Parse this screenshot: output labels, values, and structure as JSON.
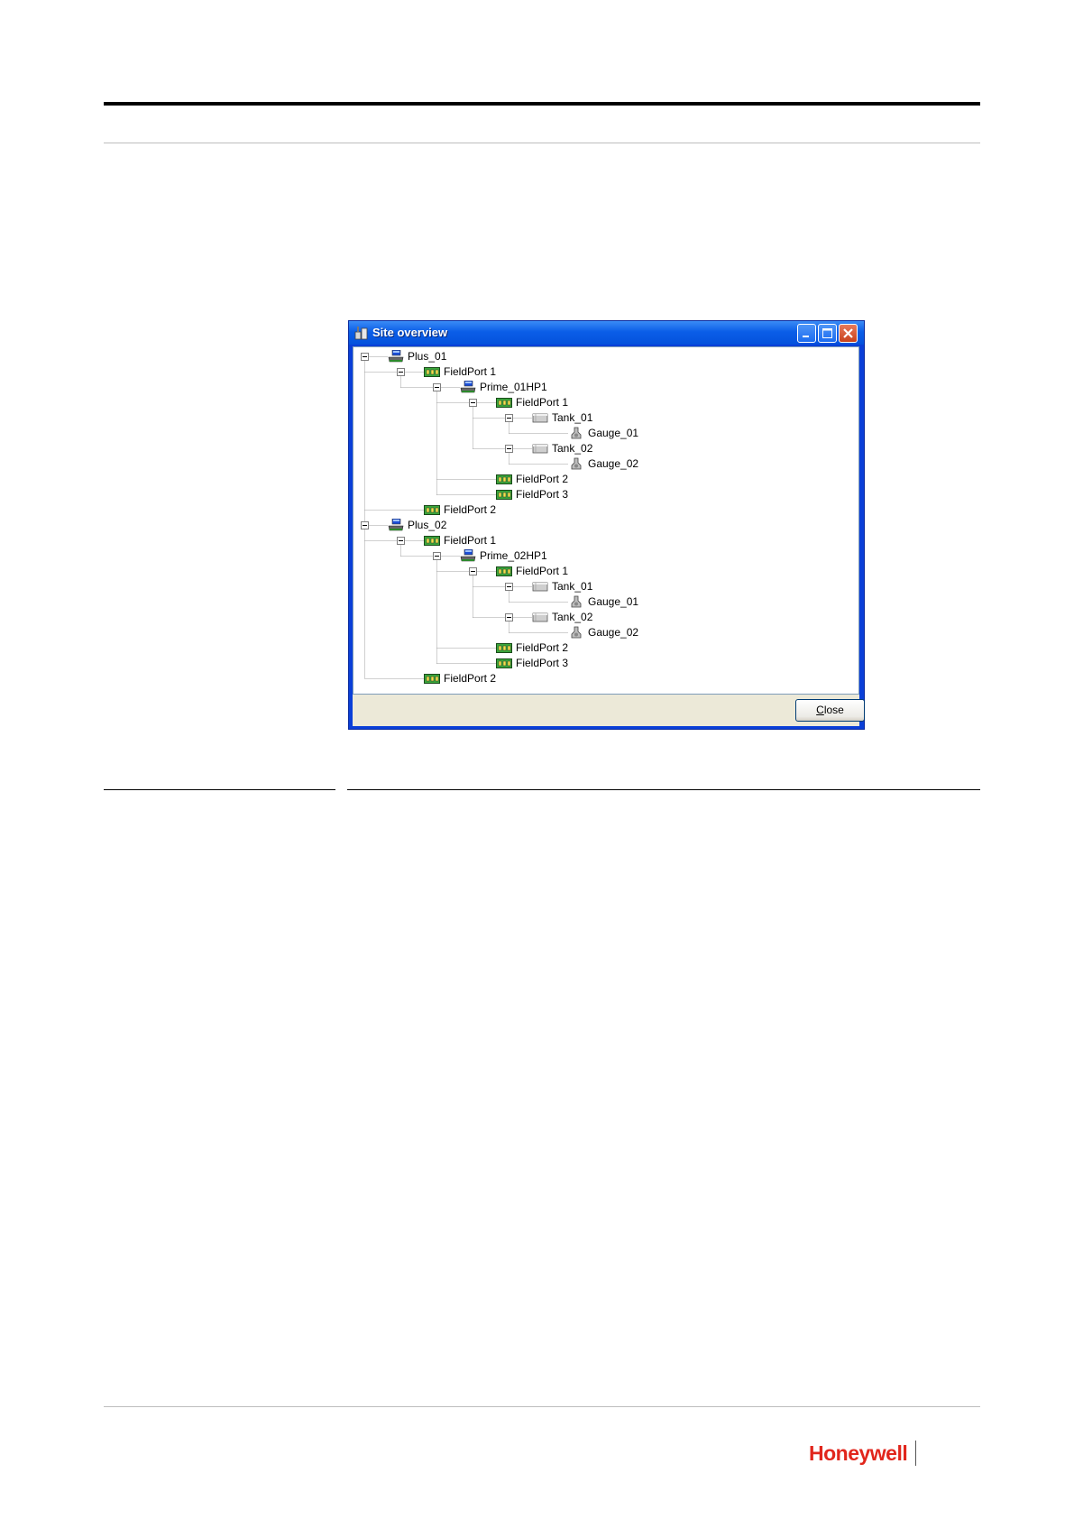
{
  "window": {
    "title": "Site overview",
    "close_button": {
      "accel": "C",
      "rest": "lose"
    }
  },
  "tree": [
    {
      "label": "Plus_01",
      "icon": "plus-unit-icon",
      "depth": 0,
      "expandable": true
    },
    {
      "label": "FieldPort 1",
      "icon": "fieldport-icon",
      "depth": 1,
      "expandable": true
    },
    {
      "label": "Prime_01HP1",
      "icon": "plus-unit-icon",
      "depth": 2,
      "expandable": true
    },
    {
      "label": "FieldPort 1",
      "icon": "fieldport-icon",
      "depth": 3,
      "expandable": true
    },
    {
      "label": "Tank_01",
      "icon": "tank-icon",
      "depth": 4,
      "expandable": true
    },
    {
      "label": "Gauge_01",
      "icon": "gauge-icon",
      "depth": 5,
      "expandable": false
    },
    {
      "label": "Tank_02",
      "icon": "tank-icon",
      "depth": 4,
      "expandable": true
    },
    {
      "label": "Gauge_02",
      "icon": "gauge-icon",
      "depth": 5,
      "expandable": false
    },
    {
      "label": "FieldPort 2",
      "icon": "fieldport-icon",
      "depth": 3,
      "expandable": false
    },
    {
      "label": "FieldPort 3",
      "icon": "fieldport-icon",
      "depth": 3,
      "expandable": false
    },
    {
      "label": "FieldPort 2",
      "icon": "fieldport-icon",
      "depth": 1,
      "expandable": false
    },
    {
      "label": "Plus_02",
      "icon": "plus-unit-icon",
      "depth": 0,
      "expandable": true
    },
    {
      "label": "FieldPort 1",
      "icon": "fieldport-icon",
      "depth": 1,
      "expandable": true
    },
    {
      "label": "Prime_02HP1",
      "icon": "plus-unit-icon",
      "depth": 2,
      "expandable": true
    },
    {
      "label": "FieldPort 1",
      "icon": "fieldport-icon",
      "depth": 3,
      "expandable": true
    },
    {
      "label": "Tank_01",
      "icon": "tank-icon",
      "depth": 4,
      "expandable": true
    },
    {
      "label": "Gauge_01",
      "icon": "gauge-icon",
      "depth": 5,
      "expandable": false
    },
    {
      "label": "Tank_02",
      "icon": "tank-icon",
      "depth": 4,
      "expandable": true
    },
    {
      "label": "Gauge_02",
      "icon": "gauge-icon",
      "depth": 5,
      "expandable": false
    },
    {
      "label": "FieldPort 2",
      "icon": "fieldport-icon",
      "depth": 3,
      "expandable": false
    },
    {
      "label": "FieldPort 3",
      "icon": "fieldport-icon",
      "depth": 3,
      "expandable": false
    },
    {
      "label": "FieldPort 2",
      "icon": "fieldport-icon",
      "depth": 1,
      "expandable": false
    }
  ],
  "footer": {
    "logo": "Honeywell"
  },
  "colors": {
    "titlebar": "#0b5ee8",
    "logo": "#e1261c",
    "fieldport": "#3aa83a"
  }
}
